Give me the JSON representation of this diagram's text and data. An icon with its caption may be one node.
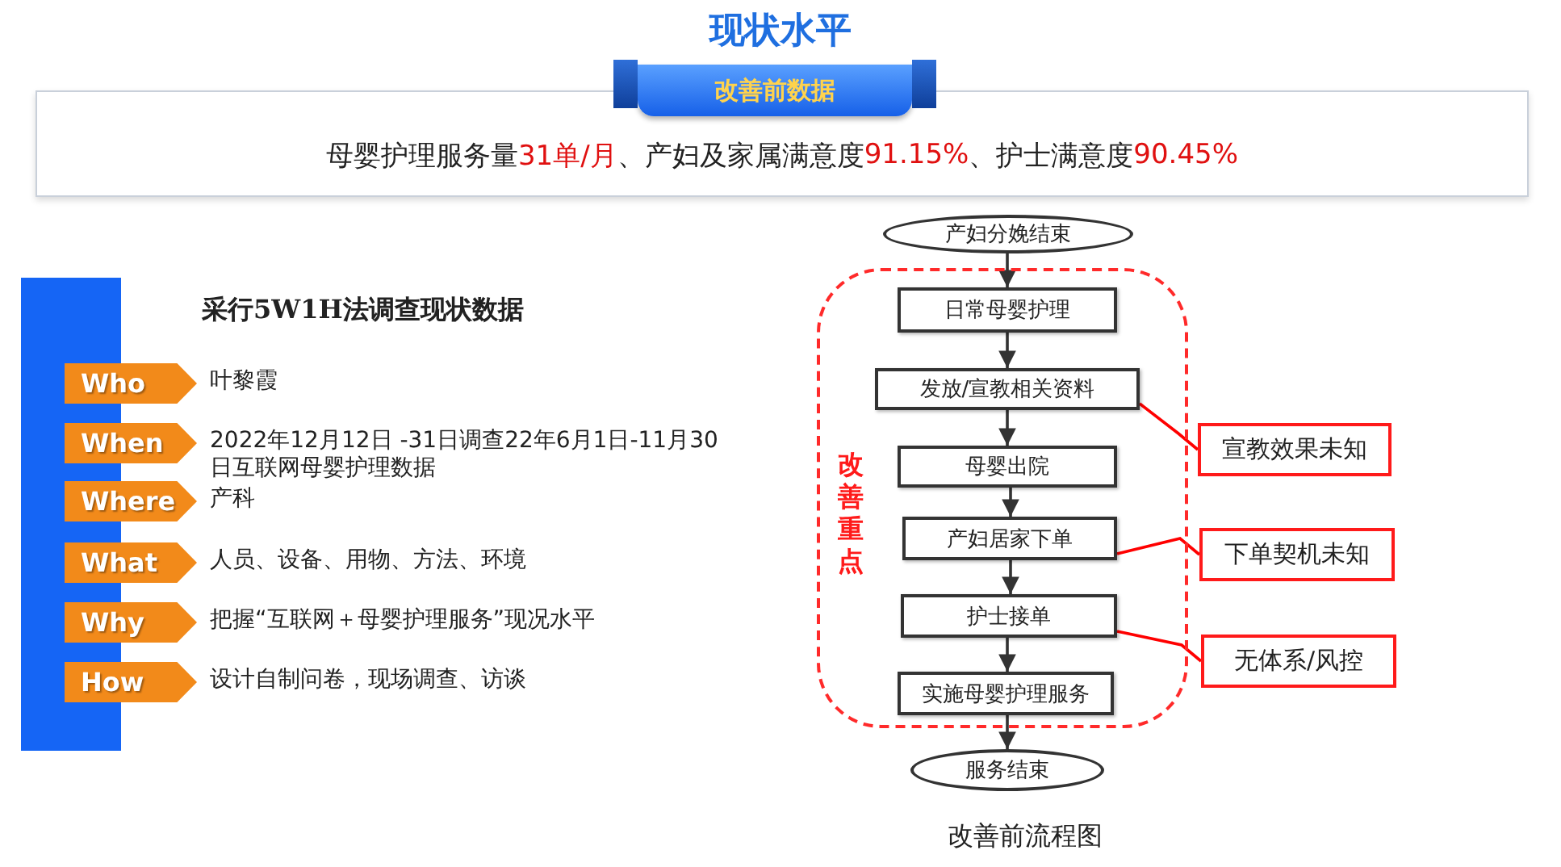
{
  "diagram": {
    "title": "现状水平",
    "caption": "改善前流程图",
    "nodes": [
      {
        "text": [
          "母婴护理服务量**31单/月**、产妇及家属满意度**91.15%**、护士满意度**90.45%**"
        ]
      },
      {
        "text": [
          "改善前数据"
        ]
      },
      {
        "text": [
          "Who"
        ],
        "beside": [
          "叶黎霞"
        ]
      },
      {
        "text": [
          "When"
        ],
        "beside": [
          "2022年12月12日 -31日调查22年6月1日-11月30日互联网母婴护理数据"
        ]
      },
      {
        "text": [
          "Where"
        ],
        "beside": [
          "产科"
        ]
      },
      {
        "text": [
          "What"
        ],
        "beside": [
          "人员、设备、用物、方法、环境"
        ]
      },
      {
        "text": [
          "Why"
        ],
        "beside": [
          "把握“互联网＋母婴护理服务”现况水平"
        ]
      },
      {
        "text": [
          "How"
        ],
        "beside": [
          "设计自制问卷，现场调查、访谈"
        ]
      },
      {
        "text": [
          "改善重点"
        ]
      },
      {
        "text": [
          "产妇分娩结束"
        ]
      },
      {
        "text": [
          "日常母婴护理"
        ],
        "in": 8
      },
      {
        "text": [
          "发放/宣教相关资料"
        ],
        "in": 8
      },
      {
        "text": [
          "母婴出院"
        ],
        "in": 8
      },
      {
        "text": [
          "产妇居家下单"
        ],
        "in": 8
      },
      {
        "text": [
          "护士接单"
        ],
        "in": 8
      },
      {
        "text": [
          "实施母婴护理服务"
        ],
        "in": 8
      },
      {
        "text": [
          "服务结束"
        ]
      },
      {
        "text": [
          "宣教效果未知"
        ]
      },
      {
        "text": [
          "下单契机未知"
        ]
      },
      {
        "text": [
          "无体系/风控"
        ]
      }
    ],
    "edges": [
      {
        "from": 9,
        "to": 10,
        "arrow": "to"
      },
      {
        "from": 10,
        "to": 11,
        "arrow": "to"
      },
      {
        "from": 11,
        "to": 12,
        "arrow": "to"
      },
      {
        "from": 12,
        "to": 13,
        "arrow": "to"
      },
      {
        "from": 13,
        "to": 14,
        "arrow": "to"
      },
      {
        "from": 14,
        "to": 15,
        "arrow": "to"
      },
      {
        "from": 15,
        "to": 16,
        "arrow": "to"
      },
      {
        "from": 17,
        "to": 11,
        "arrow": "none",
        "color": "#ff0000"
      },
      {
        "from": 18,
        "to": 13,
        "arrow": "none",
        "color": "#ff0000"
      },
      {
        "from": 19,
        "to": 14,
        "arrow": "none",
        "color": "#ff0000"
      }
    ],
    "labels": [
      "采行5W1H法调查现状数据"
    ]
  }
}
